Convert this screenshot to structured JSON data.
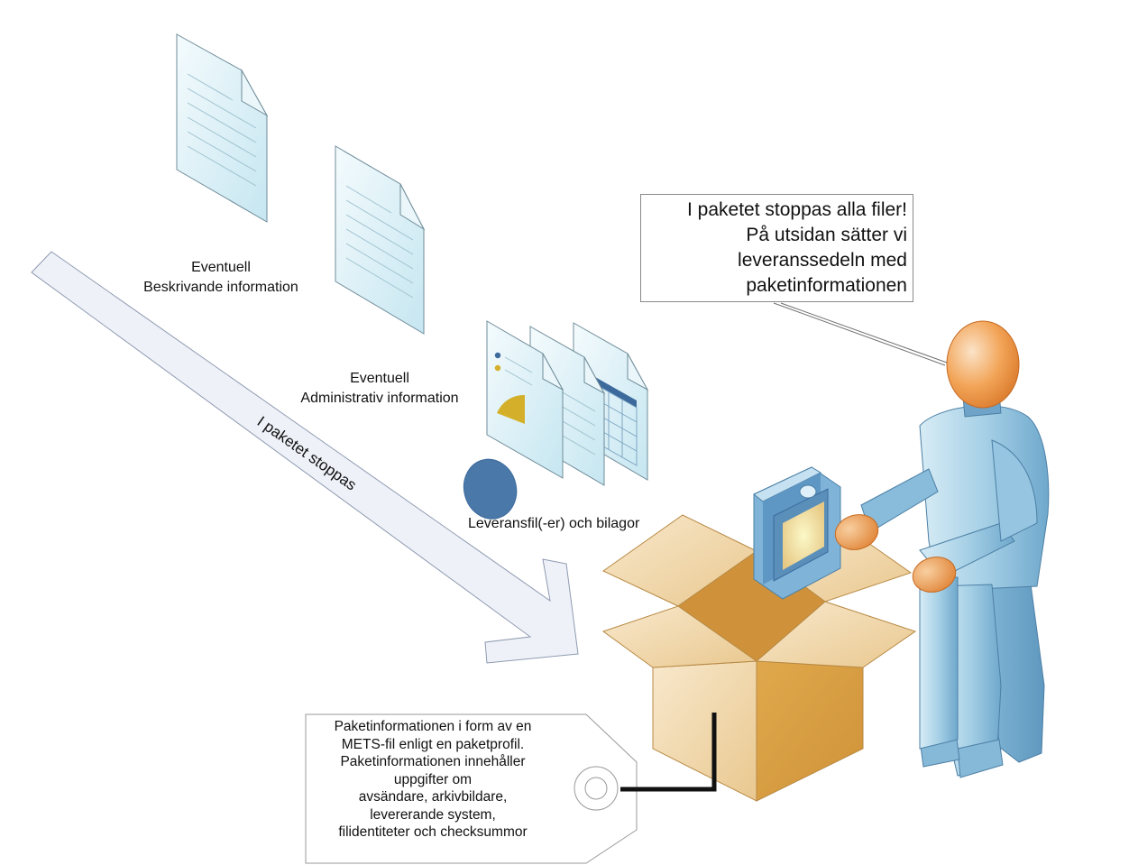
{
  "labels": {
    "descriptive": [
      "Eventuell",
      "Beskrivande information"
    ],
    "administrative": [
      "Eventuell",
      "Administrativ information"
    ],
    "delivery": "Leveransfil(-er) och bilagor",
    "arrow": "I paketet stoppas"
  },
  "bubble": {
    "lines": [
      "I paketet stoppas alla filer!",
      "På utsidan sätter vi",
      "leveranssedeln med",
      "paketinformationen"
    ]
  },
  "tag": {
    "lines": [
      "Paketinformationen i form av en",
      "METS-fil enligt en paketprofil.",
      "Paketinformationen innehåller",
      "uppgifter om",
      "avsändare, arkivbildare,",
      "levererande system,",
      "filidentiteter och checksummor"
    ]
  },
  "colors": {
    "document": "#d6eef6",
    "box_light": "#f3dcb3",
    "box_dark": "#d9a046",
    "person": "#a9d2e8",
    "head": "#f09a45",
    "arrow_fill": "#eef1f8",
    "pie_main": "#4a78a8",
    "pie_slice": "#d4b02a"
  },
  "icons": [
    "document-icon",
    "chart-document-icon",
    "box-icon",
    "person-icon",
    "tag-icon",
    "arrow-icon"
  ]
}
